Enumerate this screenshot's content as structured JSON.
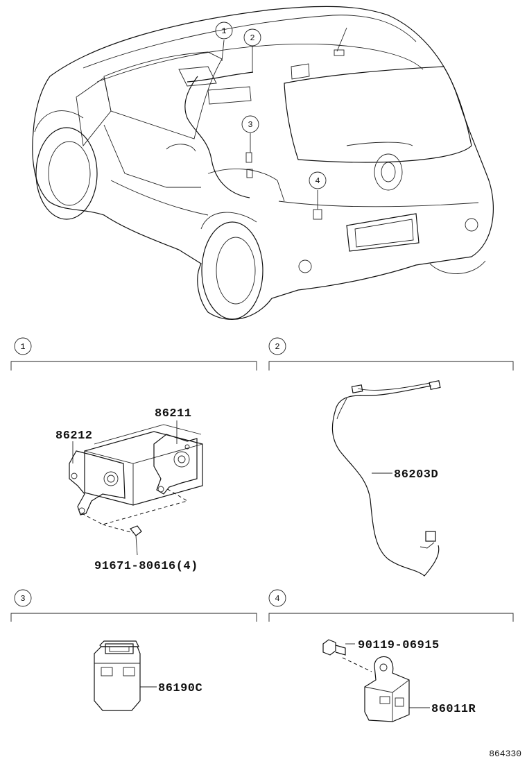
{
  "callouts": [
    "1",
    "2",
    "3",
    "4"
  ],
  "sections": [
    {
      "number": "1",
      "parts": [
        "86211",
        "86212",
        "91671-80616(4)"
      ]
    },
    {
      "number": "2",
      "parts": [
        "86203D"
      ]
    },
    {
      "number": "3",
      "parts": [
        "86190C"
      ]
    },
    {
      "number": "4",
      "parts": [
        "90119-06915",
        "86011R"
      ]
    }
  ],
  "reference_number": "864330"
}
